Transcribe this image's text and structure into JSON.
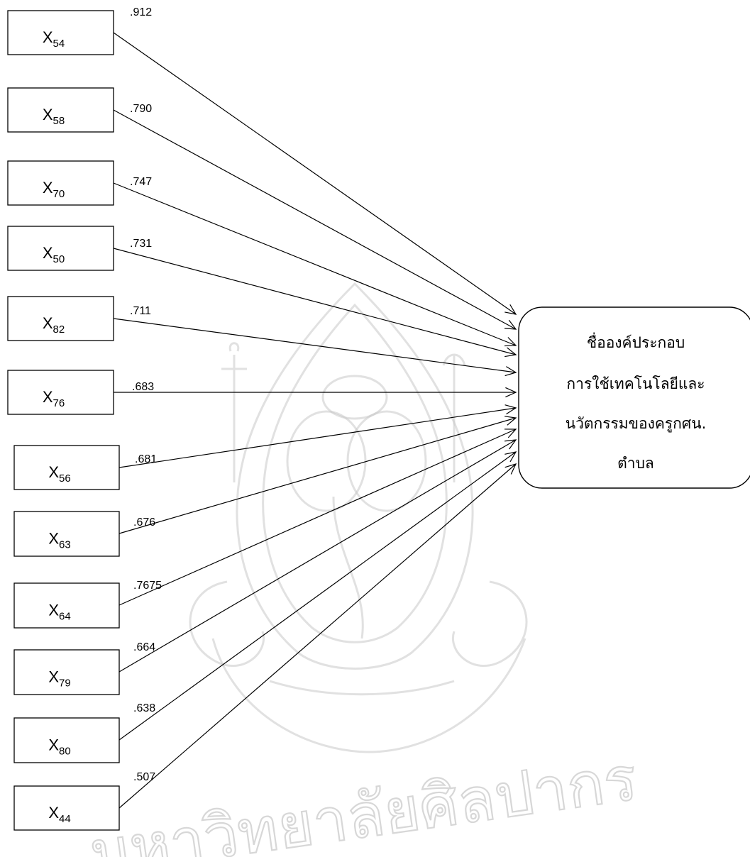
{
  "watermark": {
    "text": "มหาวิทยาลัยศิลปากร"
  },
  "target": {
    "lines": [
      "ชื่อองค์ประกอบ",
      "การใช้เทคโนโลยีและ",
      "นวัตกรรมของครูกศน.",
      "ตำบล"
    ]
  },
  "variables": [
    {
      "base": "X",
      "sub": "54",
      "coef": ".912"
    },
    {
      "base": "X",
      "sub": "58",
      "coef": ".790"
    },
    {
      "base": "X",
      "sub": "70",
      "coef": ".747"
    },
    {
      "base": "X",
      "sub": "50",
      "coef": ".731"
    },
    {
      "base": "X",
      "sub": "82",
      "coef": ".711"
    },
    {
      "base": "X",
      "sub": "76",
      "coef": ".683"
    },
    {
      "base": "X",
      "sub": "56",
      "coef": ".681"
    },
    {
      "base": "X",
      "sub": "63",
      "coef": ".676"
    },
    {
      "base": "X",
      "sub": "64",
      "coef": ".7675"
    },
    {
      "base": "X",
      "sub": "79",
      "coef": ".664"
    },
    {
      "base": "X",
      "sub": "80",
      "coef": ".638"
    },
    {
      "base": "X",
      "sub": "44",
      "coef": ".507"
    }
  ]
}
